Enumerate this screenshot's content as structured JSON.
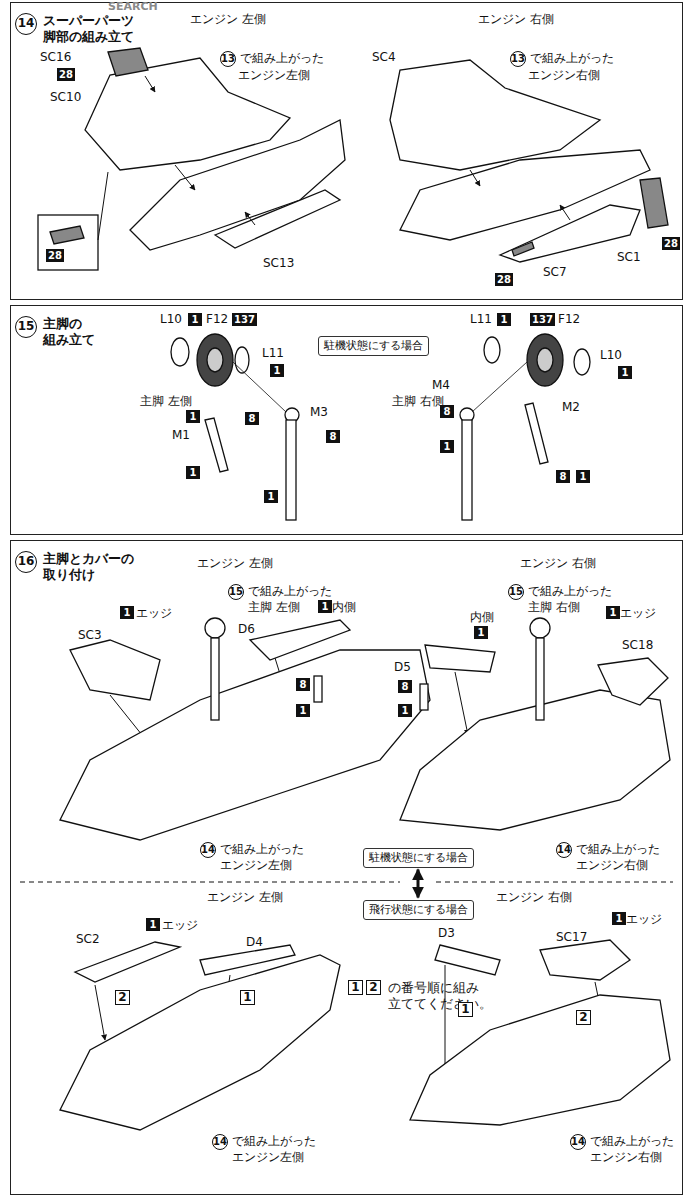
{
  "diagram": {
    "nodes": [
      {
        "text": [
          "14",
          "スーパーパーツ 脚部の組み立て"
        ]
      },
      {
        "text": [
          "15",
          "主脚の 組み立て"
        ]
      },
      {
        "text": [
          "駐機状態にする場合"
        ],
        "in": 1
      },
      {
        "text": [
          "16",
          "主脚とカバーの 取り付け"
        ]
      },
      {
        "text": [
          "駐機状態にする場合"
        ],
        "in": 3
      },
      {
        "text": [
          "飛行状態にする場合"
        ],
        "in": 3
      }
    ],
    "edges": [
      {
        "from": 4,
        "to": 5,
        "arrow": "both"
      }
    ],
    "labels": [
      "SEARCH",
      "エンジン 左側",
      "エンジン 右側",
      "SC16",
      "28",
      "SC10",
      "13",
      "で組み上がった",
      "エンジン左側",
      "28",
      "SC13",
      "SC4",
      "13",
      "で組み上がった",
      "エンジン右側",
      "SC1",
      "28",
      "28",
      "SC7",
      "L10",
      "1",
      "F12",
      "137",
      "L11",
      "1",
      "L11",
      "1",
      "137",
      "F12",
      "L10",
      "1",
      "M4",
      "主脚 左側",
      "M3",
      "8",
      "8",
      "1",
      "M1",
      "1",
      "1",
      "主脚 右側",
      "8",
      "1",
      "M2",
      "8",
      "1",
      "エンジン 左側",
      "15",
      "で組み上がった",
      "主脚 左側",
      "SC3",
      "1",
      "エッジ",
      "D6",
      "1",
      "内側",
      "8",
      "1",
      "エンジン 右側",
      "15",
      "で組み上がった",
      "主脚 右側",
      "内側",
      "1",
      "D5",
      "8",
      "1",
      "1",
      "エッジ",
      "SC18",
      "14",
      "で組み上がった",
      "エンジン左側",
      "14",
      "で組み上がった",
      "エンジン右側",
      "エンジン 左側",
      "エンジン 右側",
      "SC2",
      "1",
      "エッジ",
      "D4",
      "2",
      "1",
      "1",
      "2",
      "の番号順に組み 立ててください。",
      "D3",
      "SC17",
      "1",
      "エッジ",
      "1",
      "2",
      "14",
      "で組み上がった",
      "エンジン左側",
      "14",
      "で組み上がった",
      "エンジン右側"
    ]
  }
}
